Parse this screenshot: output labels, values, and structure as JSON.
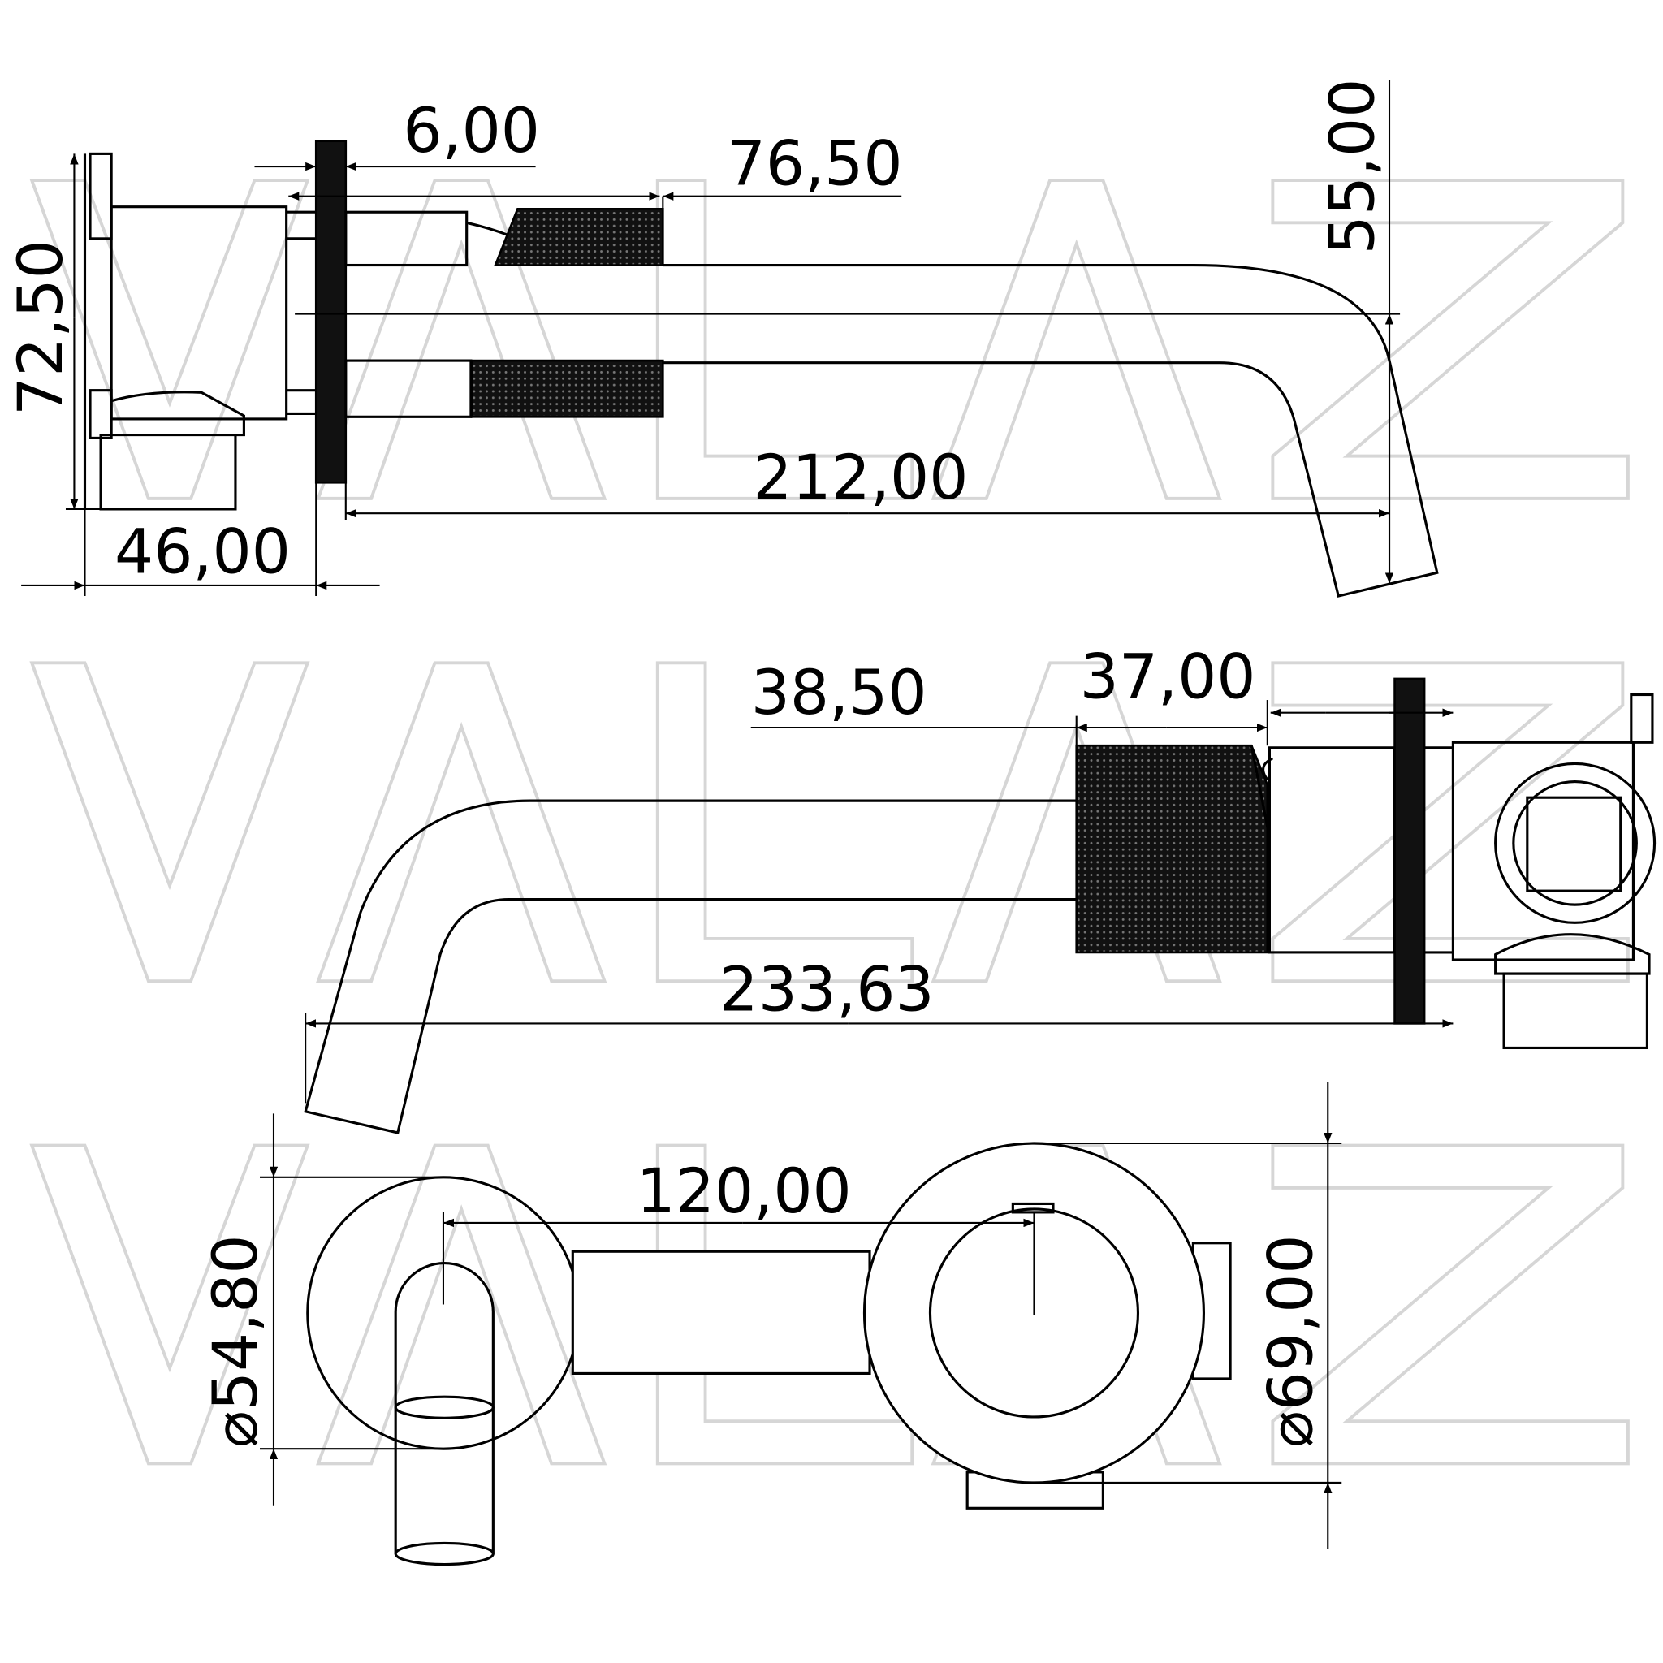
{
  "watermark": {
    "text": "VALAZ"
  },
  "colors": {
    "line": "#000000",
    "watermark": "#d6d6d6",
    "background": "#ffffff"
  },
  "side_view": {
    "dimensions": {
      "plate_thickness": "6,00",
      "handle_offset": "76,50",
      "spout_drop": "55,00",
      "body_height": "72,50",
      "spout_reach": "212,00",
      "body_depth": "46,00"
    }
  },
  "side_view_mirrored": {
    "dimensions": {
      "handle_offset": "38,50",
      "handle_length": "37,00",
      "total_length": "233,63"
    }
  },
  "front_view": {
    "dimensions": {
      "center_distance": "120,00",
      "spout_plate_diameter": "⌀54,80",
      "handle_plate_diameter": "⌀69,00"
    }
  }
}
